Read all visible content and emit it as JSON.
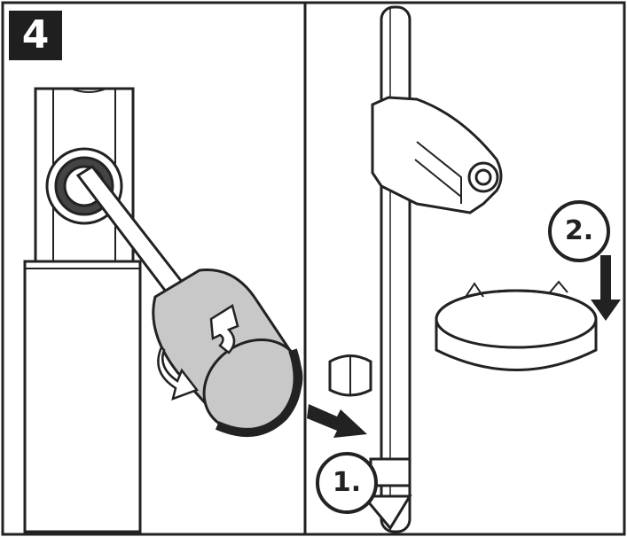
{
  "step_number": "4",
  "substeps": [
    {
      "label": "1."
    },
    {
      "label": "2."
    }
  ],
  "colors": {
    "line": "#222222",
    "fill_gray": "#c8c8c8",
    "fill_light": "#e6e6e6",
    "background": "#ffffff"
  },
  "icons": [
    "screwdriver-icon",
    "rotate-arrow-icon",
    "down-arrow-icon",
    "right-arrow-icon"
  ]
}
